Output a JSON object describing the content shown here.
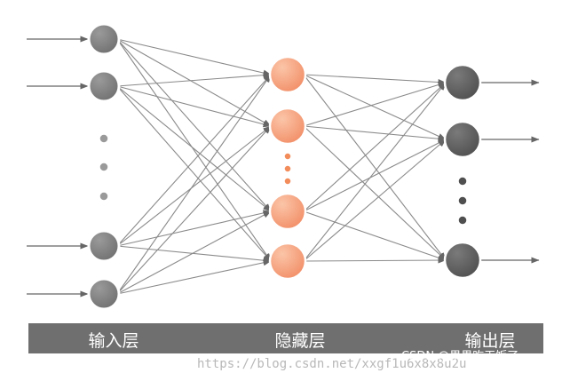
{
  "layers": {
    "input": {
      "label": "输入层",
      "top_nodes": 2,
      "bottom_nodes": 2,
      "ellipsis_dots": 3,
      "color": "#7a7a7a"
    },
    "hidden": {
      "label": "隐藏层",
      "top_nodes": 2,
      "bottom_nodes": 2,
      "ellipsis_dots": 3,
      "color": "#f5a07f"
    },
    "output": {
      "label": "输出层",
      "top_nodes": 2,
      "bottom_nodes": 1,
      "ellipsis_dots": 3,
      "color": "#5f5f5f"
    }
  },
  "colors": {
    "label_bar": "#6f6f6f",
    "edge": "#8a8a8a",
    "arrow": "#666666",
    "hidden_dot": "#f28c5a",
    "output_dot": "#4f4f4f"
  },
  "watermark": "https://blog.csdn.net/xxgf1u6x8x8u2u",
  "credit": "CSDN @果果吃干饭了"
}
